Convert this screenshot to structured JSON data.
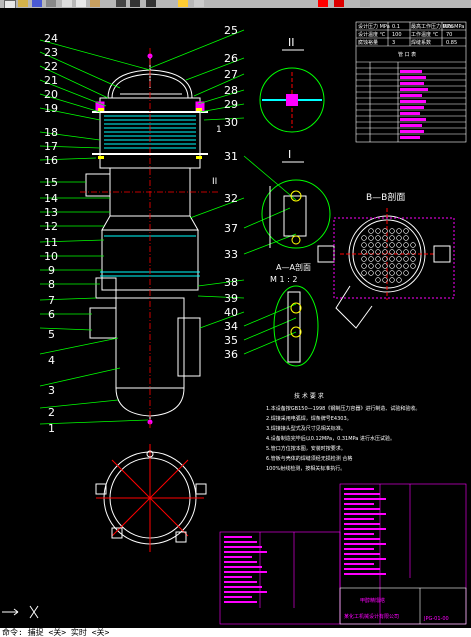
{
  "toolbar": {
    "icons": [
      "new-icon",
      "open-icon",
      "save-icon",
      "print-icon",
      "cut-icon",
      "copy-icon",
      "paste-icon",
      "match-icon",
      "undo-icon",
      "redo-icon",
      "pan-icon",
      "zoom-icon",
      "properties-icon",
      "layer-icon",
      "snap-icon"
    ],
    "accent": "#ff0000"
  },
  "drawing": {
    "part_numbers_left": [
      "24",
      "23",
      "22",
      "21",
      "20",
      "19",
      "18",
      "17",
      "16",
      "15",
      "14",
      "13",
      "12",
      "11",
      "10",
      "9",
      "8",
      "7",
      "6",
      "5",
      "4",
      "3",
      "2",
      "1"
    ],
    "part_numbers_right": [
      "25",
      "26",
      "27",
      "28",
      "29",
      "30",
      "31",
      "32",
      "37",
      "33",
      "38",
      "39",
      "40",
      "34",
      "35",
      "36"
    ],
    "view_II": "II",
    "view_I": "I",
    "view_I_small": "I",
    "view_BB": "B—B剖面",
    "view_AA": "A—A剖面",
    "scale": "M 1 : 2",
    "side_mark": "II",
    "bottom_mark": "1",
    "notes_title": "技 术 要 求",
    "notes": [
      "1.本设备按GB150—1998《钢制压力容器》进行制造、试验和验收。",
      "2.焊接采用电弧焊，焊条牌号E4303。",
      "3.焊接接头型式及尺寸见相关标准。",
      "4.设备制造完毕后以0.12MPa，0.31MPa 进行水压试验。",
      "5.管口方位按本图，安装时按要求。",
      "6.管板与壳体的焊缝须经无损检测 合格",
      "  100%射线检测，按相关标准执行。"
    ],
    "spec_table_header": [
      "设计压力 MPa",
      "0.1",
      "最高工作压力 MPa",
      "0.05MPa"
    ],
    "spec_rows": [
      [
        "设计温度 ℃",
        "100",
        "工作温度 ℃",
        "70"
      ],
      [
        "腐蚀裕量",
        "3",
        "焊缝系数",
        "0.85"
      ]
    ],
    "nozzle_table_title": "管 口 表",
    "title_block": {
      "drawing_title": "甲醇精馏塔",
      "drawing_number": "JPG-01-00",
      "company": "某化工机械设计有限公司"
    }
  },
  "command_line": {
    "prompt": "命令: 捕捉 <关> 实时 <关>"
  },
  "colors": {
    "background": "#000000",
    "outline": "#ffffff",
    "leader": "#00ff00",
    "table": "#ff00ff",
    "dims": "#00ffff",
    "center": "#ff0000",
    "gasket": "#ffff00"
  }
}
